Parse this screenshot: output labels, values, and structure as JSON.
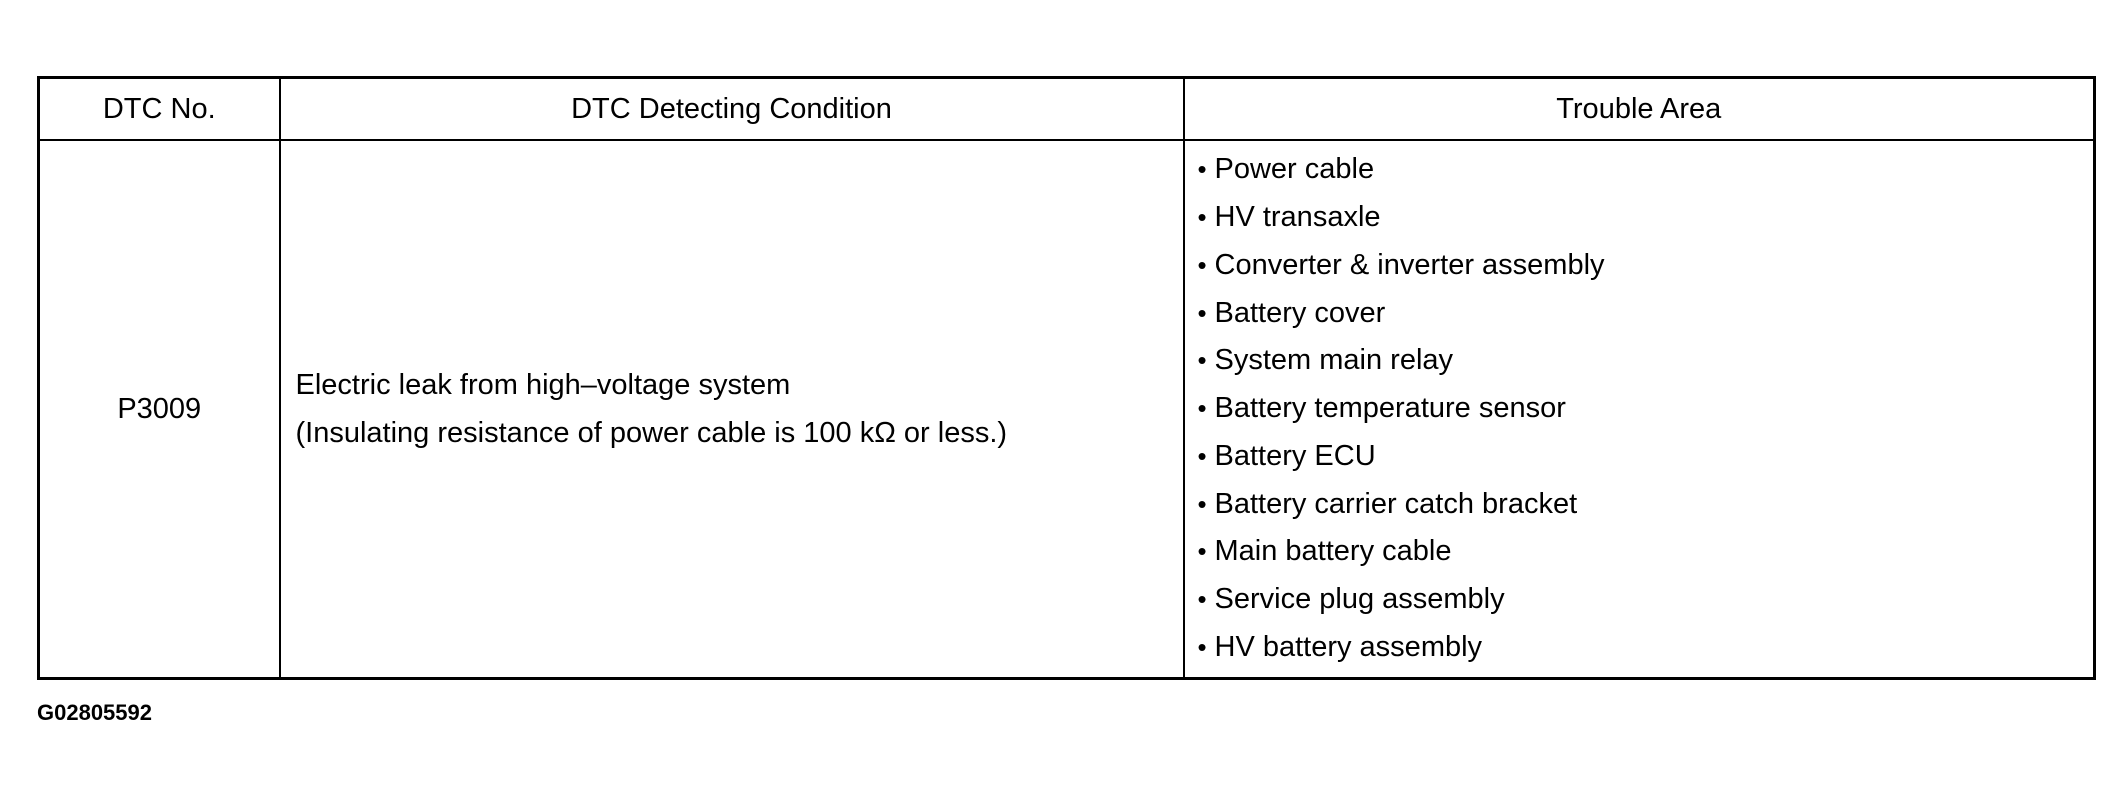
{
  "table": {
    "headers": {
      "dtc_no": "DTC No.",
      "condition": "DTC Detecting Condition",
      "trouble_area": "Trouble Area"
    },
    "row": {
      "dtc_no": "P3009",
      "condition_line1": "Electric leak from high–voltage system",
      "condition_line2": "(Insulating resistance of power cable is 100 kΩ or less.)",
      "bullet": "•",
      "trouble_areas": [
        "Power cable",
        "HV transaxle",
        "Converter & inverter assembly",
        "Battery cover",
        "System main relay",
        "Battery temperature sensor",
        "Battery ECU",
        "Battery carrier catch bracket",
        "Main battery cable",
        "Service plug assembly",
        "HV battery assembly"
      ]
    }
  },
  "figure_id": "G02805592"
}
